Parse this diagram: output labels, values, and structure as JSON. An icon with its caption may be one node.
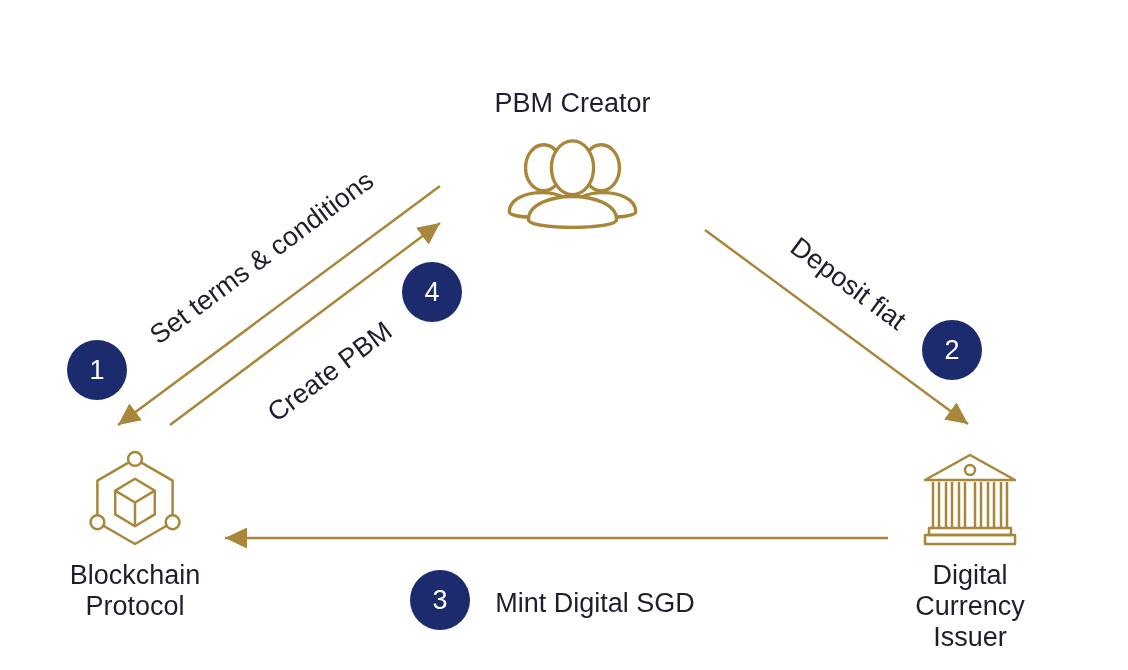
{
  "diagram": {
    "nodes": [
      {
        "text": [
          "PBM Creator"
        ]
      },
      {
        "text": [
          "Blockchain Protocol"
        ]
      },
      {
        "text": [
          "Digital Currency Issuer"
        ]
      }
    ],
    "edges": [
      {
        "from": 0,
        "to": 1,
        "arrow": "to",
        "label": "Set terms & conditions"
      },
      {
        "from": 1,
        "to": 0,
        "arrow": "to",
        "label": "Create PBM"
      },
      {
        "from": 0,
        "to": 2,
        "arrow": "to",
        "label": "Deposit fiat"
      },
      {
        "from": 2,
        "to": 1,
        "arrow": "to",
        "label": "Mint Digital SGD"
      }
    ],
    "labels": [
      "4",
      "2",
      "1",
      "3"
    ]
  }
}
